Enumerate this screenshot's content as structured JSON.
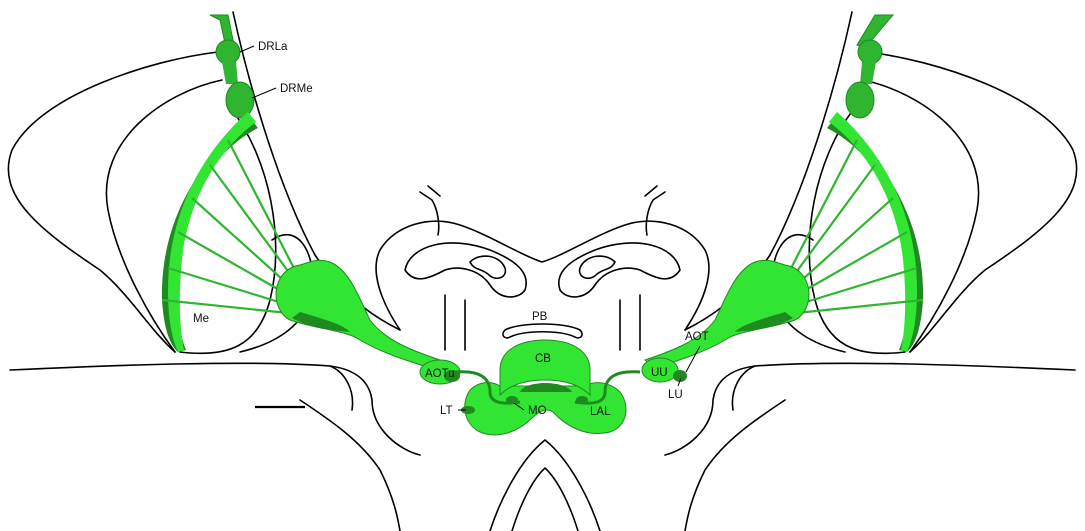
{
  "colors": {
    "light_green": "#33e533",
    "mid_green": "#2fb52f",
    "dark_green": "#1f8a1f",
    "outline": "#000000",
    "background": "#ffffff"
  },
  "labels": {
    "drla": "DRLa",
    "drme": "DRMe",
    "me": "Me",
    "pb": "PB",
    "cb": "CB",
    "aotu": "AOTu",
    "uu": "UU",
    "aot": "AOT",
    "lu": "LU",
    "lt": "LT",
    "mo": "MO",
    "lal": "LAL"
  }
}
